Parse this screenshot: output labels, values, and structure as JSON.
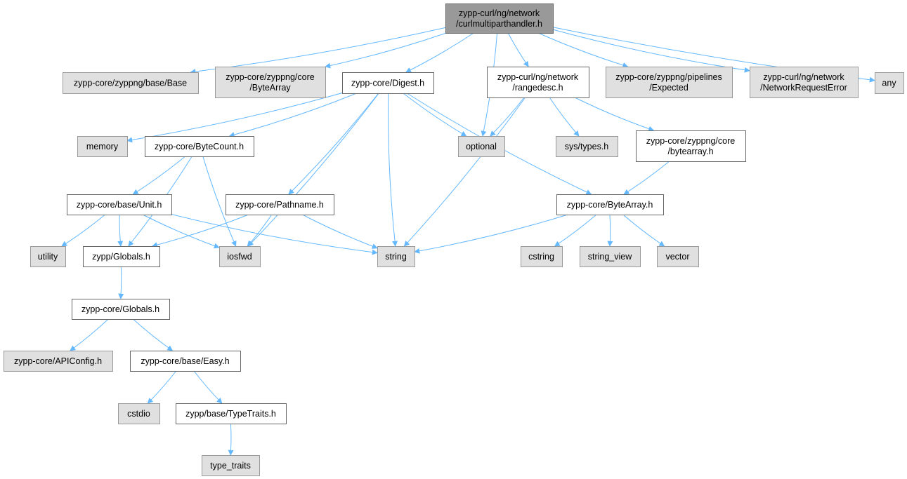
{
  "colors": {
    "root_fill": "#999999",
    "system_fill": "#e0e0e0",
    "system_stroke": "#999999",
    "doc_fill": "#ffffff",
    "doc_stroke": "#666666",
    "edge": "#63b8ff"
  },
  "nodes": [
    {
      "id": "n_root",
      "kind": "root",
      "lines": [
        "zypp-curl/ng/network",
        "/curlmultiparthandler.h"
      ]
    },
    {
      "id": "n_base",
      "kind": "system",
      "lines": [
        "zypp-core/zyppng/base/Base"
      ]
    },
    {
      "id": "n_corebytearray",
      "kind": "system",
      "lines": [
        "zypp-core/zyppng/core",
        "/ByteArray"
      ]
    },
    {
      "id": "n_digest",
      "kind": "doc",
      "lines": [
        "zypp-core/Digest.h"
      ]
    },
    {
      "id": "n_rangedesc",
      "kind": "doc",
      "lines": [
        "zypp-curl/ng/network",
        "/rangedesc.h"
      ]
    },
    {
      "id": "n_expected",
      "kind": "system",
      "lines": [
        "zypp-core/zyppng/pipelines",
        "/Expected"
      ]
    },
    {
      "id": "n_networkerror",
      "kind": "system",
      "lines": [
        "zypp-curl/ng/network",
        "/NetworkRequestError"
      ]
    },
    {
      "id": "n_any",
      "kind": "system",
      "lines": [
        "any"
      ]
    },
    {
      "id": "n_memory",
      "kind": "system",
      "lines": [
        "memory"
      ]
    },
    {
      "id": "n_bytecount",
      "kind": "doc",
      "lines": [
        "zypp-core/ByteCount.h"
      ]
    },
    {
      "id": "n_optional",
      "kind": "system",
      "lines": [
        "optional"
      ]
    },
    {
      "id": "n_systypes",
      "kind": "system",
      "lines": [
        "sys/types.h"
      ]
    },
    {
      "id": "n_bytearrayh",
      "kind": "doc",
      "lines": [
        "zypp-core/zyppng/core",
        "/bytearray.h"
      ]
    },
    {
      "id": "n_unit",
      "kind": "doc",
      "lines": [
        "zypp-core/base/Unit.h"
      ]
    },
    {
      "id": "n_pathname",
      "kind": "doc",
      "lines": [
        "zypp-core/Pathname.h"
      ]
    },
    {
      "id": "n_ByteArray",
      "kind": "doc",
      "lines": [
        "zypp-core/ByteArray.h"
      ]
    },
    {
      "id": "n_utility",
      "kind": "system",
      "lines": [
        "utility"
      ]
    },
    {
      "id": "n_zyppglobals",
      "kind": "doc",
      "lines": [
        "zypp/Globals.h"
      ]
    },
    {
      "id": "n_iosfwd",
      "kind": "system",
      "lines": [
        "iosfwd"
      ]
    },
    {
      "id": "n_string",
      "kind": "system",
      "lines": [
        "string"
      ]
    },
    {
      "id": "n_cstring",
      "kind": "system",
      "lines": [
        "cstring"
      ]
    },
    {
      "id": "n_stringview",
      "kind": "system",
      "lines": [
        "string_view"
      ]
    },
    {
      "id": "n_vector",
      "kind": "system",
      "lines": [
        "vector"
      ]
    },
    {
      "id": "n_coreglobals",
      "kind": "doc",
      "lines": [
        "zypp-core/Globals.h"
      ]
    },
    {
      "id": "n_apiconfig",
      "kind": "system",
      "lines": [
        "zypp-core/APIConfig.h"
      ]
    },
    {
      "id": "n_easy",
      "kind": "doc",
      "lines": [
        "zypp-core/base/Easy.h"
      ]
    },
    {
      "id": "n_cstdio",
      "kind": "system",
      "lines": [
        "cstdio"
      ]
    },
    {
      "id": "n_typetraits",
      "kind": "doc",
      "lines": [
        "zypp/base/TypeTraits.h"
      ]
    },
    {
      "id": "n_type_traits",
      "kind": "system",
      "lines": [
        "type_traits"
      ]
    }
  ],
  "edges": [
    {
      "from": "n_root",
      "to": "n_base"
    },
    {
      "from": "n_root",
      "to": "n_corebytearray"
    },
    {
      "from": "n_root",
      "to": "n_digest"
    },
    {
      "from": "n_root",
      "to": "n_optional"
    },
    {
      "from": "n_root",
      "to": "n_rangedesc"
    },
    {
      "from": "n_root",
      "to": "n_expected"
    },
    {
      "from": "n_root",
      "to": "n_networkerror"
    },
    {
      "from": "n_root",
      "to": "n_any"
    },
    {
      "from": "n_digest",
      "to": "n_memory"
    },
    {
      "from": "n_digest",
      "to": "n_bytecount"
    },
    {
      "from": "n_digest",
      "to": "n_optional"
    },
    {
      "from": "n_digest",
      "to": "n_pathname"
    },
    {
      "from": "n_digest",
      "to": "n_iosfwd"
    },
    {
      "from": "n_digest",
      "to": "n_string"
    },
    {
      "from": "n_digest",
      "to": "n_ByteArray"
    },
    {
      "from": "n_rangedesc",
      "to": "n_optional"
    },
    {
      "from": "n_rangedesc",
      "to": "n_systypes"
    },
    {
      "from": "n_rangedesc",
      "to": "n_bytearrayh"
    },
    {
      "from": "n_rangedesc",
      "to": "n_string"
    },
    {
      "from": "n_bytecount",
      "to": "n_unit"
    },
    {
      "from": "n_bytecount",
      "to": "n_iosfwd"
    },
    {
      "from": "n_bytecount",
      "to": "n_zyppglobals"
    },
    {
      "from": "n_bytearrayh",
      "to": "n_ByteArray"
    },
    {
      "from": "n_unit",
      "to": "n_utility"
    },
    {
      "from": "n_unit",
      "to": "n_zyppglobals"
    },
    {
      "from": "n_unit",
      "to": "n_iosfwd"
    },
    {
      "from": "n_unit",
      "to": "n_string"
    },
    {
      "from": "n_pathname",
      "to": "n_zyppglobals"
    },
    {
      "from": "n_pathname",
      "to": "n_iosfwd"
    },
    {
      "from": "n_pathname",
      "to": "n_string"
    },
    {
      "from": "n_ByteArray",
      "to": "n_string"
    },
    {
      "from": "n_ByteArray",
      "to": "n_cstring"
    },
    {
      "from": "n_ByteArray",
      "to": "n_stringview"
    },
    {
      "from": "n_ByteArray",
      "to": "n_vector"
    },
    {
      "from": "n_zyppglobals",
      "to": "n_coreglobals"
    },
    {
      "from": "n_coreglobals",
      "to": "n_apiconfig"
    },
    {
      "from": "n_coreglobals",
      "to": "n_easy"
    },
    {
      "from": "n_easy",
      "to": "n_cstdio"
    },
    {
      "from": "n_easy",
      "to": "n_typetraits"
    },
    {
      "from": "n_typetraits",
      "to": "n_type_traits"
    }
  ]
}
